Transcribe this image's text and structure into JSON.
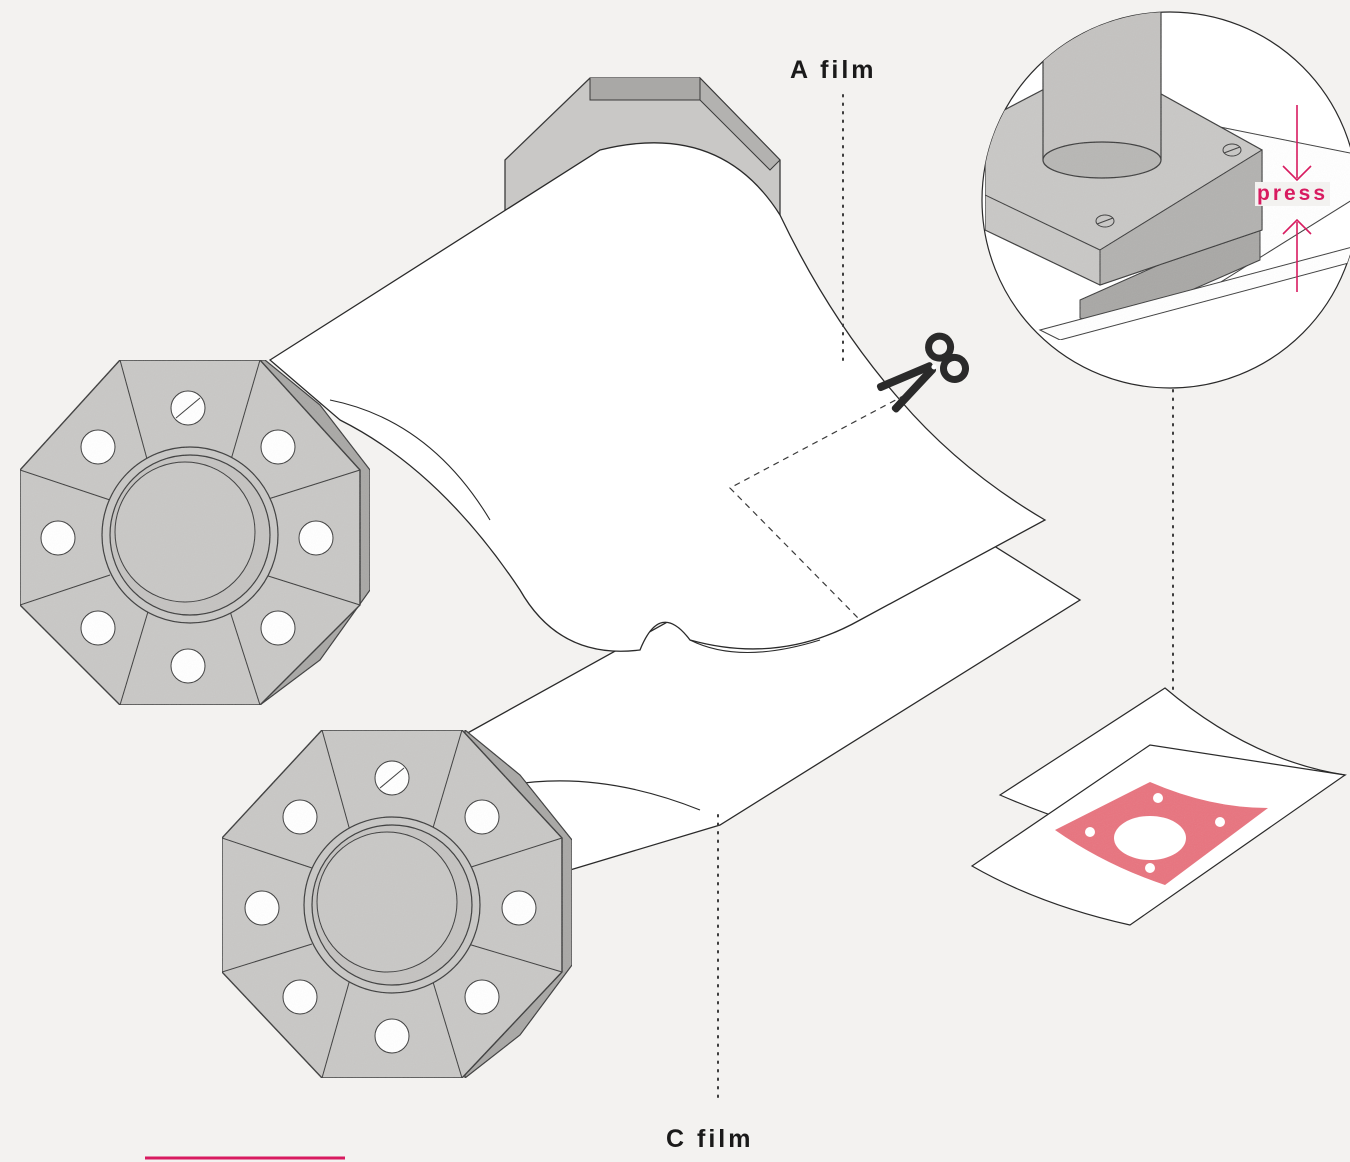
{
  "labels": {
    "a_film": "A film",
    "c_film": "C film",
    "press": "press"
  },
  "colors": {
    "background": "#f3f2f0",
    "roller_fill": "#c9c8c6",
    "roller_dark": "#a9a8a6",
    "roller_stroke": "#3a3a3a",
    "film_fill": "#ffffff",
    "accent_magenta": "#d81b60",
    "gasket_red": "#e8737f"
  },
  "icons": {
    "cut": "scissors-icon",
    "press_down": "arrow-down-icon",
    "press_up": "arrow-up-icon"
  }
}
